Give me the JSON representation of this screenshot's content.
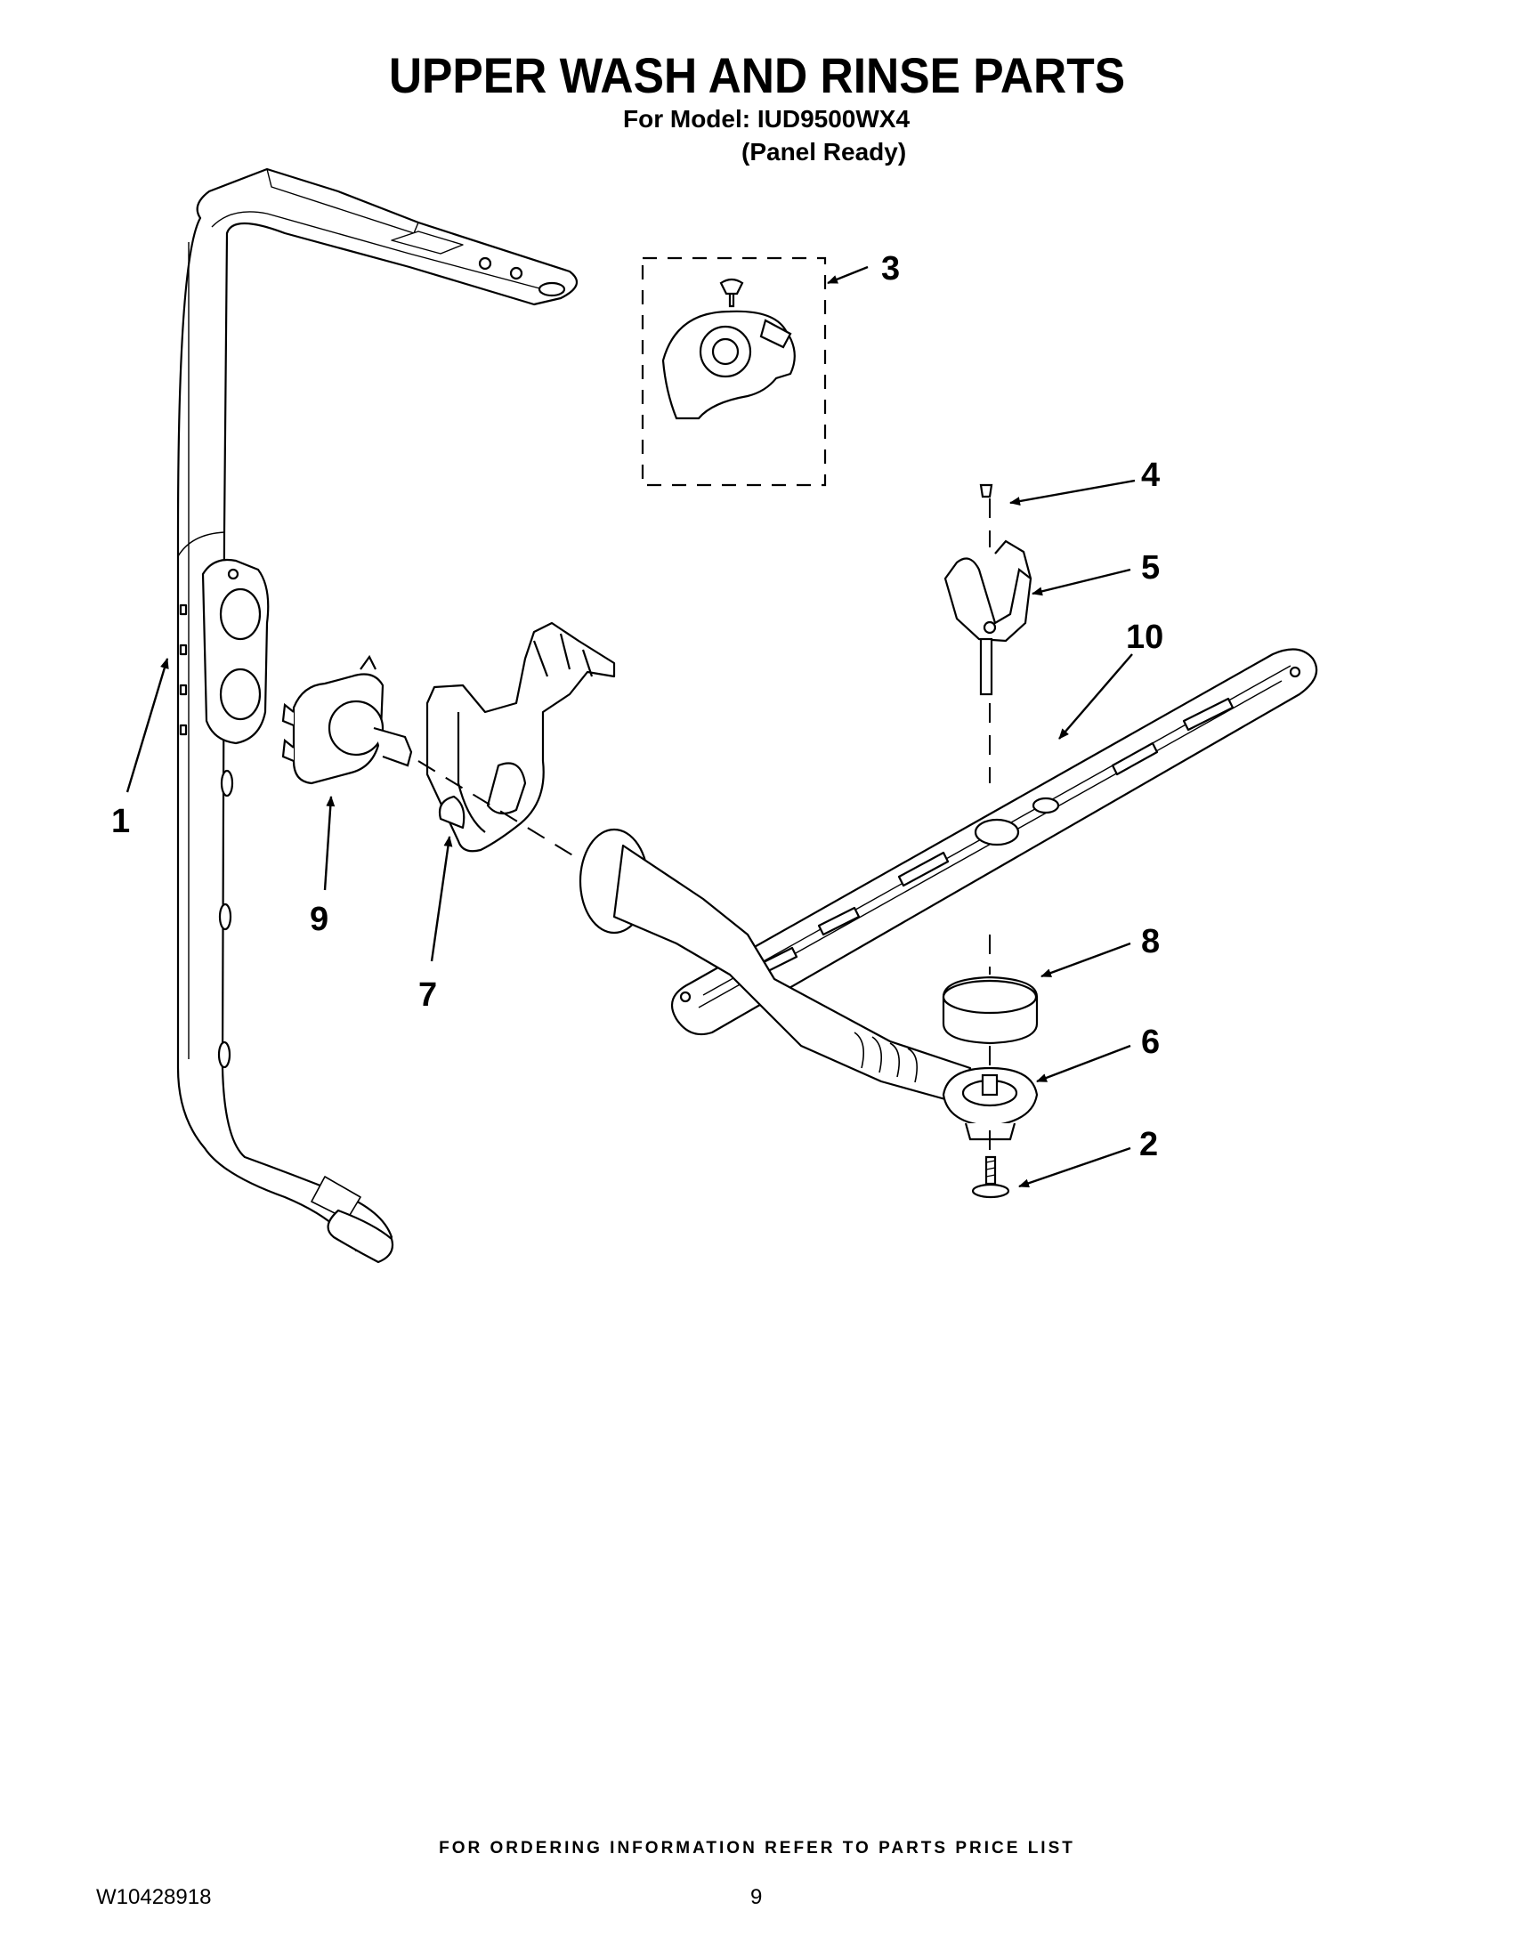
{
  "header": {
    "title": "UPPER WASH AND RINSE PARTS",
    "model_line": "For Model: IUD9500WX4",
    "variant_line": "(Panel Ready)"
  },
  "callouts": {
    "c1": "1",
    "c2": "2",
    "c3": "3",
    "c4": "4",
    "c5": "5",
    "c6": "6",
    "c7": "7",
    "c8": "8",
    "c9": "9",
    "c10": "10"
  },
  "footer": {
    "ordering_note": "FOR ORDERING INFORMATION REFER TO PARTS PRICE LIST",
    "document_id": "W10428918",
    "page_number": "9"
  }
}
